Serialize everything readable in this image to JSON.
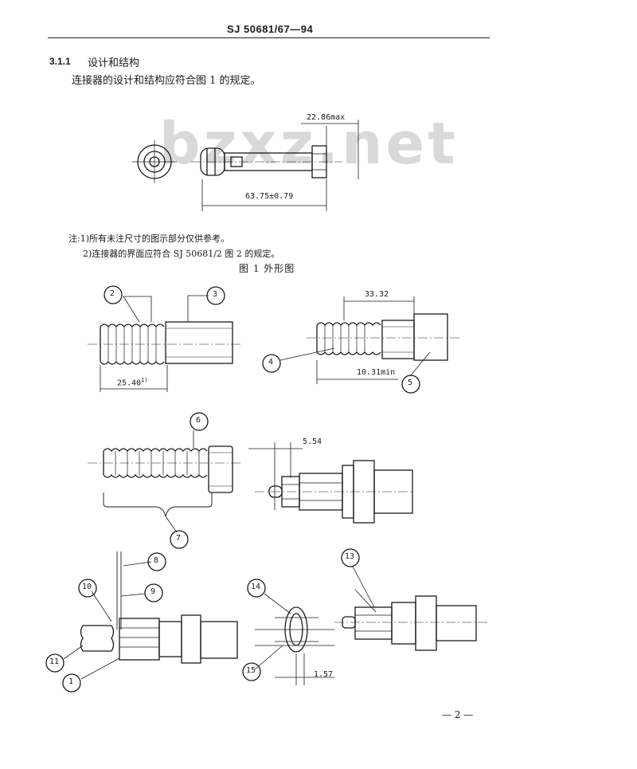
{
  "header": {
    "doc_number": "SJ 50681/67—94"
  },
  "section": {
    "number": "3.1.1",
    "title": "设计和结构",
    "paragraph": "连接器的设计和结构应符合图 1 的规定。"
  },
  "watermark": "bzxz.net",
  "figure1": {
    "dim_max": "22.86max",
    "dim_length": "63.75±0.79"
  },
  "notes": {
    "note1": "注:1)所有未注尺寸的图示部分仅供参考。",
    "note2": "2)连接器的界面应符合 SJ 50681/2 图 2 的规定。"
  },
  "figure_caption": "图 1    外形图",
  "detail_dims": {
    "d1": "25.40",
    "d1_sup": "1)",
    "d2": "33.32",
    "d3": "10.31min",
    "d4": "5.54",
    "d5": "1.57"
  },
  "callouts": [
    "1",
    "2",
    "3",
    "4",
    "5",
    "6",
    "7",
    "8",
    "9",
    "10",
    "11",
    "13",
    "14",
    "15"
  ],
  "footer": {
    "page": "— 2 —"
  }
}
